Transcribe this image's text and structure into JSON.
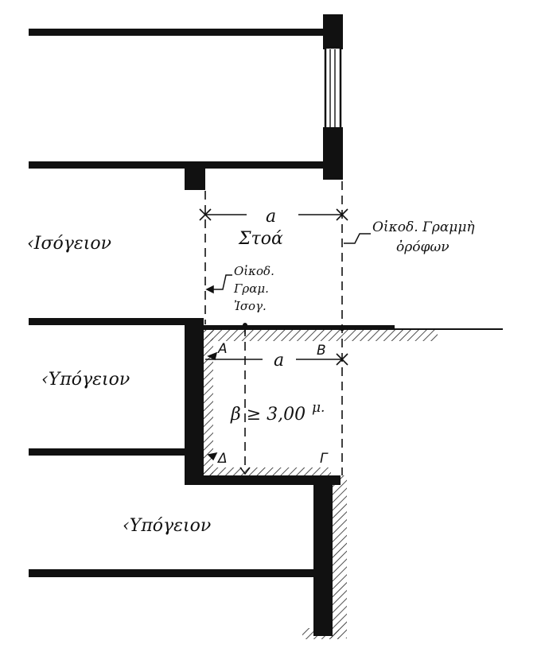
{
  "labels": {
    "isogeio": "‹Ισόγειον",
    "ypogeio_upper": "‹Υπόγειον",
    "ypogeio_lower": "‹Υπόγειον",
    "dim_a_top": "a",
    "stoa": "Στοά",
    "oikod_orofon_line1": "Οἰκοδ. Γραμμὴ",
    "oikod_orofon_line2": "ὀρόφων",
    "oikod_isog_line1": "Οἰκοδ.",
    "oikod_isog_line2": "Γραμ.",
    "oikod_isog_line3": "Ἰσογ.",
    "point_A": "A",
    "point_B": "B",
    "point_G": "Γ",
    "point_D": "Δ",
    "dim_a_bottom": "a",
    "height_condition": "β ≥ 3,00",
    "height_unit": "μ."
  }
}
